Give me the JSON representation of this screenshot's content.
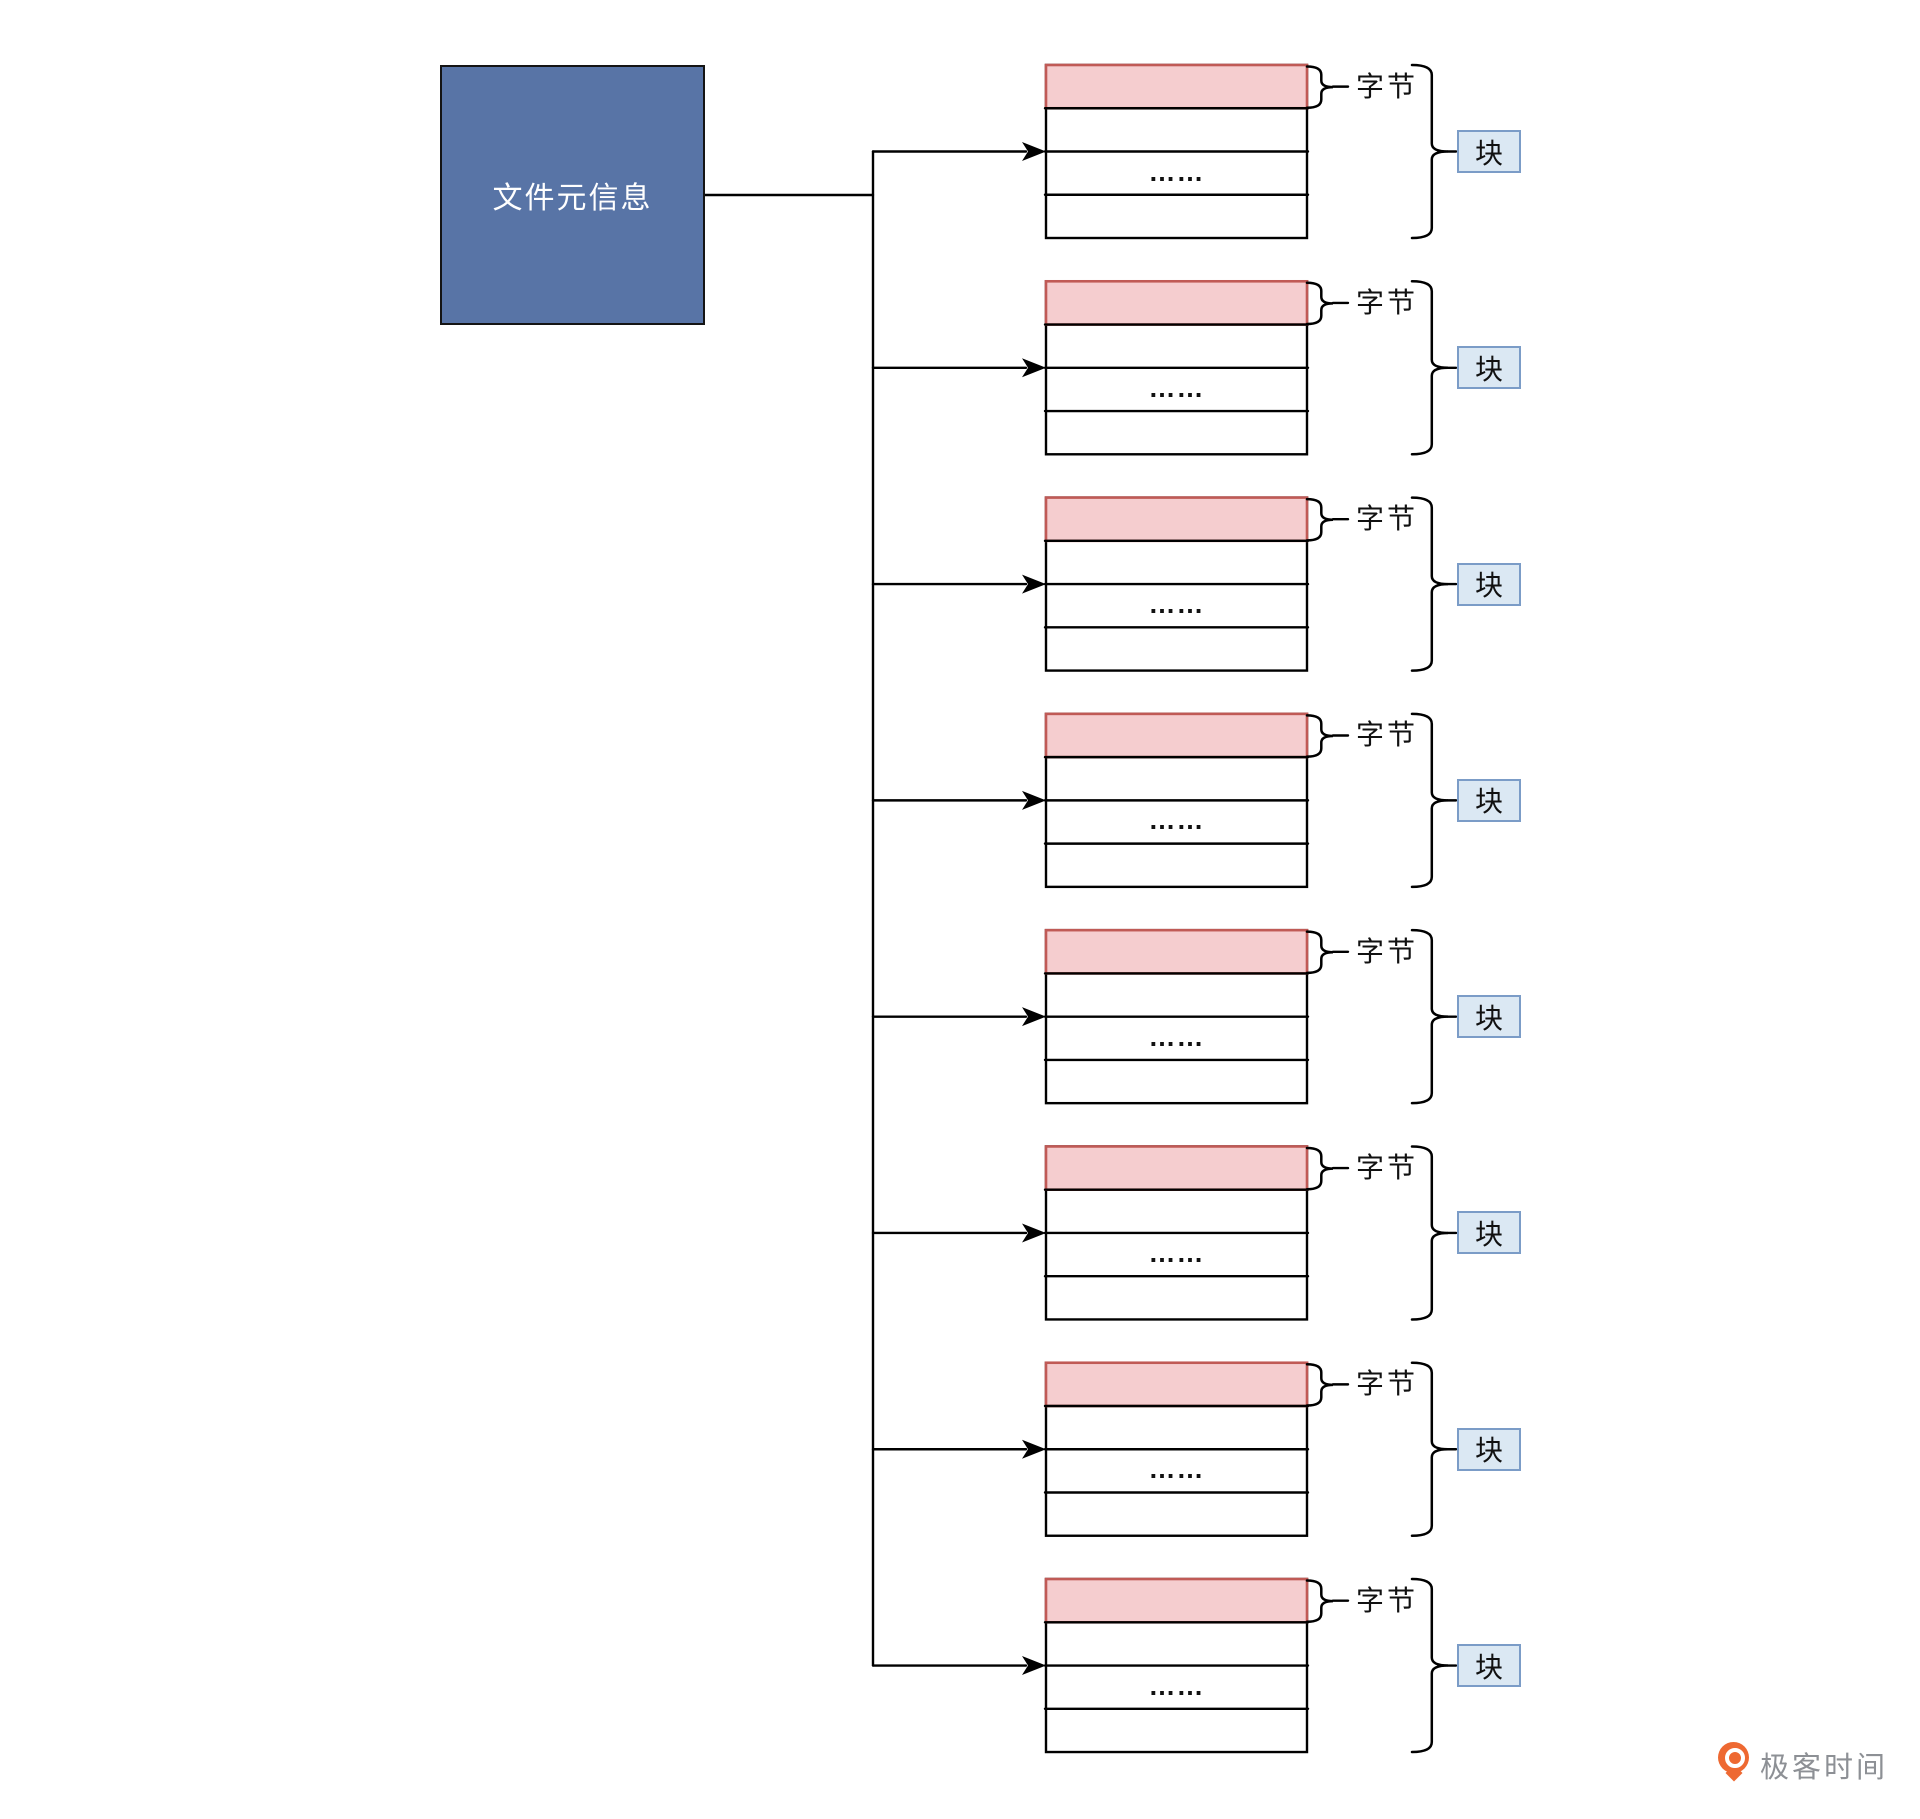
{
  "root": {
    "label": "文件元信息"
  },
  "blocks": [
    {
      "byte_label": "字节",
      "block_label": "块",
      "ellipsis": "……"
    },
    {
      "byte_label": "字节",
      "block_label": "块",
      "ellipsis": "……"
    },
    {
      "byte_label": "字节",
      "block_label": "块",
      "ellipsis": "……"
    },
    {
      "byte_label": "字节",
      "block_label": "块",
      "ellipsis": "……"
    },
    {
      "byte_label": "字节",
      "block_label": "块",
      "ellipsis": "……"
    },
    {
      "byte_label": "字节",
      "block_label": "块",
      "ellipsis": "……"
    },
    {
      "byte_label": "字节",
      "block_label": "块",
      "ellipsis": "……"
    },
    {
      "byte_label": "字节",
      "block_label": "块",
      "ellipsis": "……"
    }
  ],
  "brand": {
    "name": "极客时间"
  },
  "colors": {
    "root_fill": "#5874A6",
    "byte_row_fill": "#F5CDCF",
    "byte_row_border": "#C05A56",
    "block_box_fill": "#DBE8F3",
    "block_box_border": "#7B9CC7",
    "line": "#000000",
    "brand_orange": "#EE6932",
    "brand_text": "#8D9095"
  }
}
